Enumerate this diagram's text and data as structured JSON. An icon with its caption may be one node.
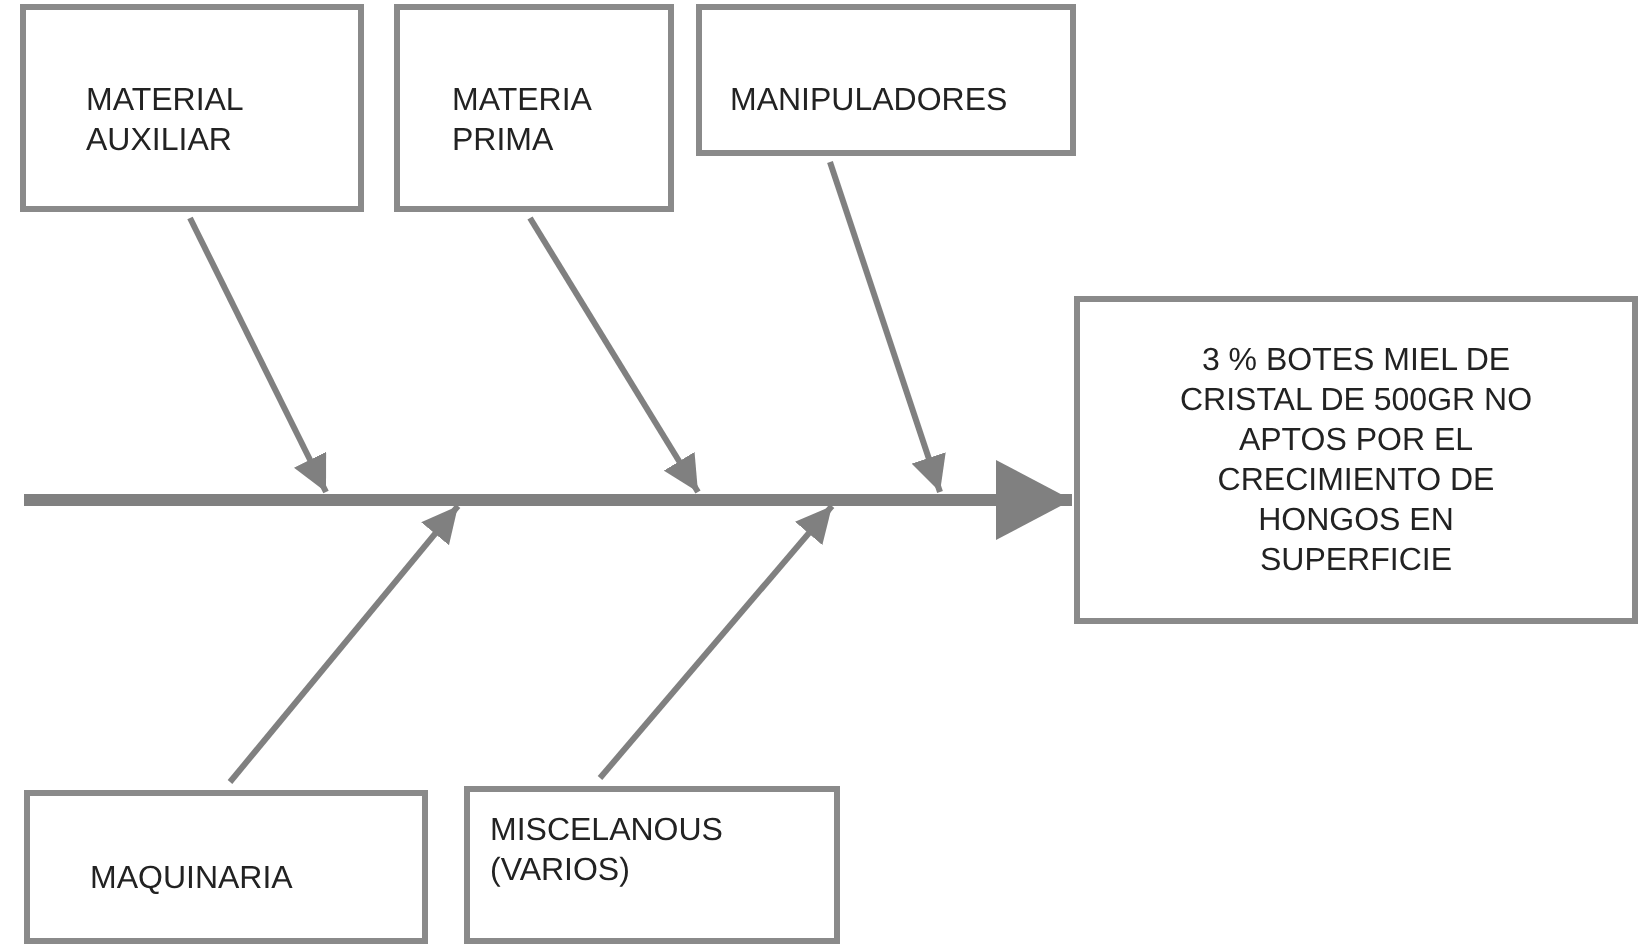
{
  "diagram": {
    "nodes": [
      {
        "text": [
          "MATERIAL AUXILIAR"
        ]
      },
      {
        "text": [
          "MATERIA PRIMA"
        ]
      },
      {
        "text": [
          "MANIPULADORES"
        ]
      },
      {
        "text": [
          "3 % BOTES MIEL DE CRISTAL DE 500GR NO APTOS POR EL CRECIMIENTO DE HONGOS EN SUPERFICIE"
        ]
      },
      {
        "text": [
          "MAQUINARIA"
        ]
      },
      {
        "text": [
          "MISCELANOUS (VARIOS)"
        ]
      }
    ],
    "edges": [
      {
        "from": null,
        "to": 3,
        "arrow": "to",
        "style": "thick"
      },
      {
        "from": 0,
        "to": null,
        "arrow": "to"
      },
      {
        "from": 1,
        "to": null,
        "arrow": "to"
      },
      {
        "from": 2,
        "to": null,
        "arrow": "to"
      },
      {
        "from": 4,
        "to": null,
        "arrow": "to"
      },
      {
        "from": 5,
        "to": null,
        "arrow": "to"
      }
    ]
  }
}
